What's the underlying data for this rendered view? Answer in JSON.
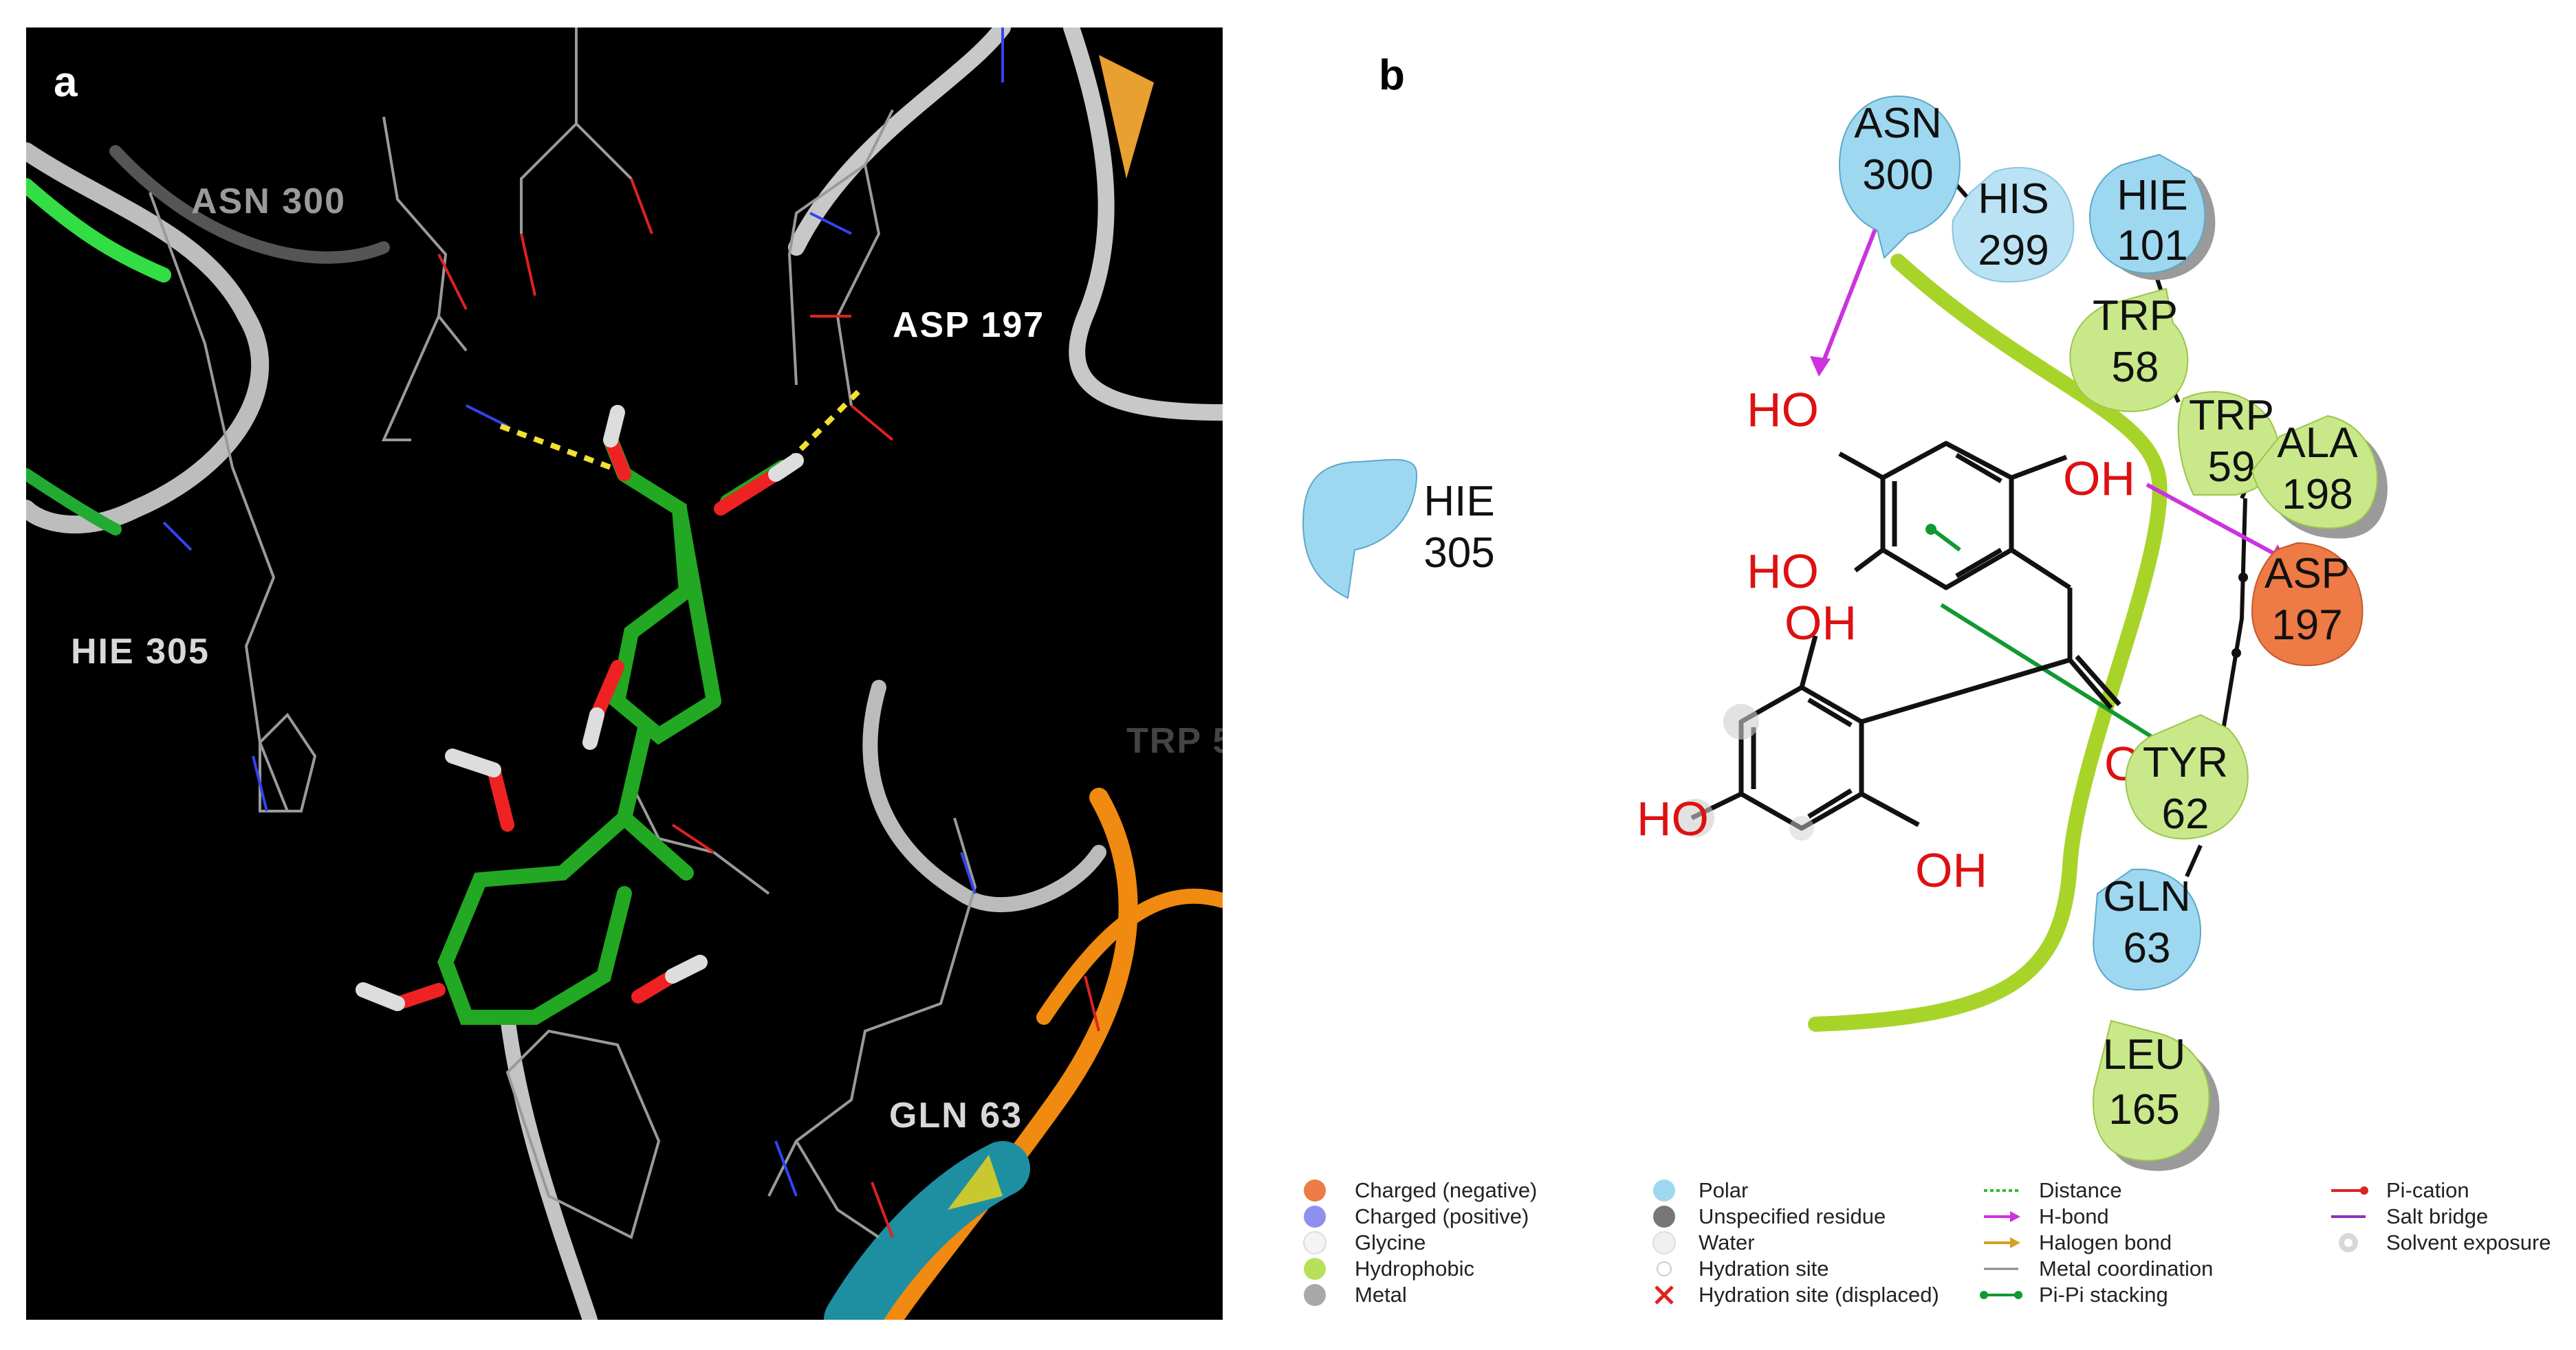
{
  "panel_a": {
    "letter": "a",
    "labels": {
      "asn300": "ASN 300",
      "asp197": "ASP 197",
      "hie305": "HIE 305",
      "gln63": "GLN 63",
      "trp": "TRP 5"
    }
  },
  "panel_b": {
    "letter": "b",
    "residues": {
      "asn300": {
        "name": "ASN",
        "num": "300"
      },
      "his299": {
        "name": "HIS",
        "num": "299"
      },
      "hie101": {
        "name": "HIE",
        "num": "101"
      },
      "trp58": {
        "name": "TRP",
        "num": "58"
      },
      "trp59": {
        "name": "TRP",
        "num": "59"
      },
      "ala198": {
        "name": "ALA",
        "num": "198"
      },
      "asp197": {
        "name": "ASP",
        "num": "197"
      },
      "hie305": {
        "name": "HIE",
        "num": "305"
      },
      "tyr62": {
        "name": "TYR",
        "num": "62"
      },
      "gln63": {
        "name": "GLN",
        "num": "63"
      },
      "leu165": {
        "name": "LEU",
        "num": "165"
      }
    },
    "atoms": {
      "oh1": "HO",
      "oh2": "OH",
      "oh3": "HO",
      "oh4": "OH",
      "oh5": "HO",
      "oh6": "OH",
      "o_carbonyl": "O"
    },
    "colors": {
      "polar": "#9ed8f0",
      "hydrophobic": "#b8e05a",
      "charged_negative": "#ee7a45",
      "hbond": "#cc33dd",
      "pipi": "#119933",
      "pocket": "#a8d42a"
    }
  },
  "legend": {
    "col1": [
      "Charged (negative)",
      "Charged (positive)",
      "Glycine",
      "Hydrophobic",
      "Metal"
    ],
    "col2": [
      "Polar",
      "Unspecified residue",
      "Water",
      "Hydration site",
      "Hydration site (displaced)"
    ],
    "col3": [
      "Distance",
      "H-bond",
      "Halogen bond",
      "Metal coordination",
      "Pi-Pi stacking"
    ],
    "col4": [
      "Pi-cation",
      "Salt bridge",
      "Solvent exposure"
    ]
  }
}
